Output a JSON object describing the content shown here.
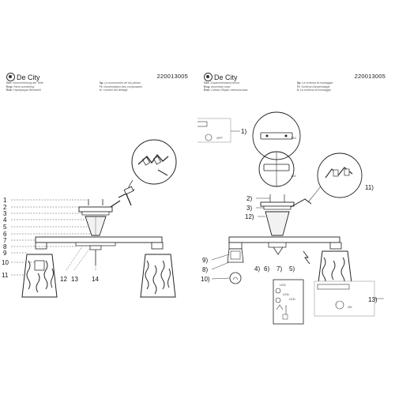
{
  "brand": "De City",
  "left_page": {
    "product_code": "220013005",
    "legend": [
      {
        "lang": "Ger:",
        "text": "Nummerierung der Teile",
        "lang2": "Sp:",
        "text2": "La numeración de las piezas"
      },
      {
        "lang": "Eng:",
        "text": "Parts numbering",
        "lang2": "Fr:",
        "text2": "Numérotation des composants"
      },
      {
        "lang": "Rus:",
        "text": "Нумерация деталей",
        "lang2": "It:",
        "text2": "I numeri dei dettagli"
      }
    ],
    "callouts_left": [
      "1",
      "2",
      "3",
      "4",
      "5",
      "6",
      "7",
      "8",
      "9",
      "10",
      "11"
    ],
    "callouts_bottom": [
      "12",
      "13",
      "14"
    ]
  },
  "right_page": {
    "product_code": "220013005",
    "legend": [
      {
        "lang": "Ger:",
        "text": "Zusammenbauschema",
        "lang2": "Sp:",
        "text2": "La schema di montaggio"
      },
      {
        "lang": "Eng:",
        "text": "Assembly chart",
        "lang2": "Fr:",
        "text2": "Schéma d'assemblage"
      },
      {
        "lang": "Rus:",
        "text": "Схема сборки светильника",
        "lang2": "It:",
        "text2": "La schema di montaggio"
      }
    ],
    "steps": {
      "s1": "1)",
      "s2": "2)",
      "s3": "3)",
      "s4": "4)",
      "s5": "5)",
      "s6": "6)",
      "s7": "7)",
      "s8": "8)",
      "s9": "9)",
      "s10": "10)",
      "s11": "11)",
      "s12": "12)",
      "s13": "13)"
    },
    "angle_label": "120",
    "off_label": "OFF",
    "bulb_labels": [
      "LED",
      "LED",
      "LED"
    ],
    "small_box_label": "OK"
  }
}
